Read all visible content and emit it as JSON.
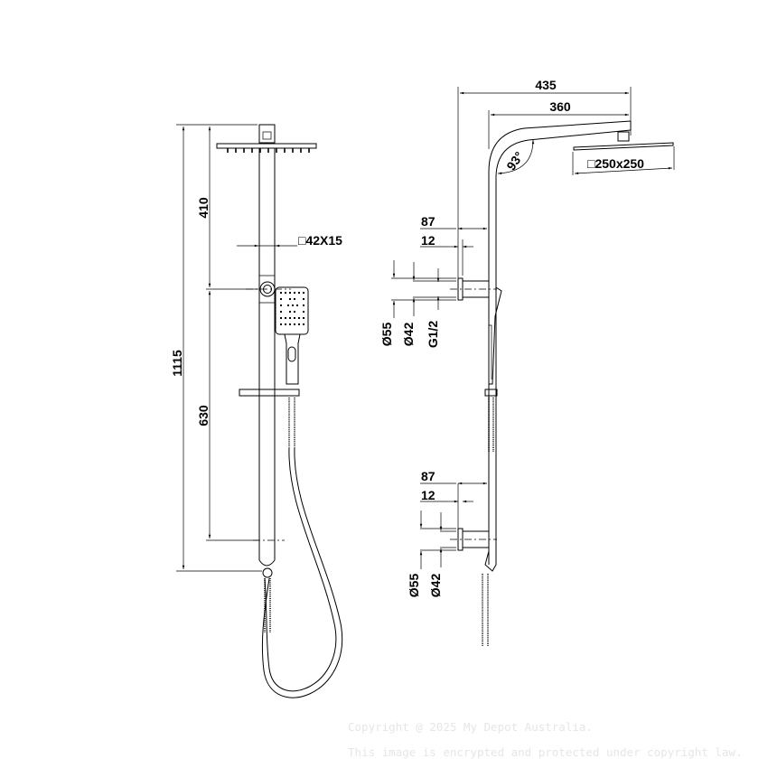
{
  "drawing": {
    "title": "Twin shower rail technical drawing",
    "front_view": {
      "dims": {
        "overall_height": "1115",
        "top_section": "410",
        "rail_section": "630",
        "rail_profile": "□42X15"
      }
    },
    "side_view": {
      "dims": {
        "arm_reach_total": "435",
        "arm_reach": "360",
        "arm_angle": "93°",
        "head_size": "□250x250",
        "upper_offset": "87",
        "upper_flange": "12",
        "upper_d55": "Ø55",
        "upper_d42": "Ø42",
        "upper_thread": "G1/2",
        "lower_offset": "87",
        "lower_flange": "12",
        "lower_d55": "Ø55",
        "lower_d42": "Ø42"
      }
    }
  },
  "watermark": {
    "line1": "Copyright @ 2025 My Depot Australia.",
    "line2": "This image is encrypted and protected under copyright law."
  }
}
